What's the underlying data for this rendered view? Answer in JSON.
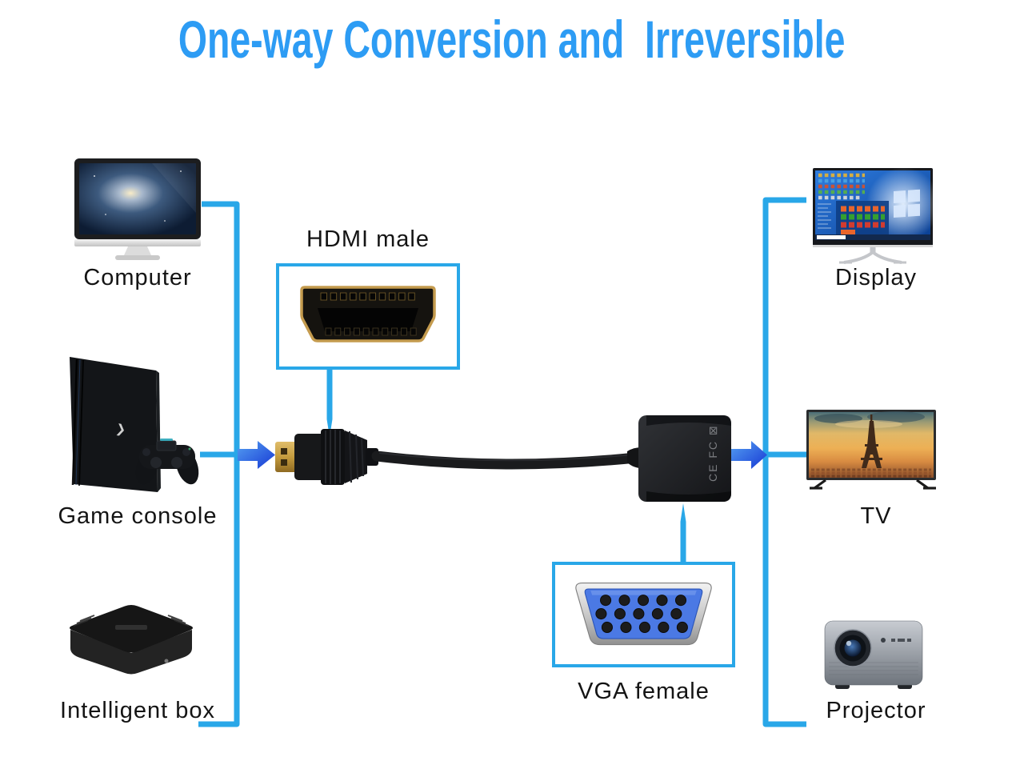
{
  "title": {
    "text": "One-way Conversion and  Irreversible"
  },
  "connectors": {
    "hdmi": {
      "label": "HDMI male"
    },
    "vga": {
      "label": "VGA female"
    }
  },
  "adapter": {
    "markings": "CE FC ⊠"
  },
  "sources": [
    {
      "label": "Computer"
    },
    {
      "label": "Game console"
    },
    {
      "label": "Intelligent box"
    }
  ],
  "outputs": [
    {
      "label": "Display"
    },
    {
      "label": "TV"
    },
    {
      "label": "Projector"
    }
  ],
  "colors": {
    "title_blue": "#2D9CF4",
    "line_blue": "#29A7E8",
    "arrow_blue_start": "#55A0F2",
    "arrow_blue_end": "#1638D4",
    "vga_connector_blue": "#4B79E4",
    "hdmi_gold": "#C49B4E",
    "label_black": "#141414"
  }
}
